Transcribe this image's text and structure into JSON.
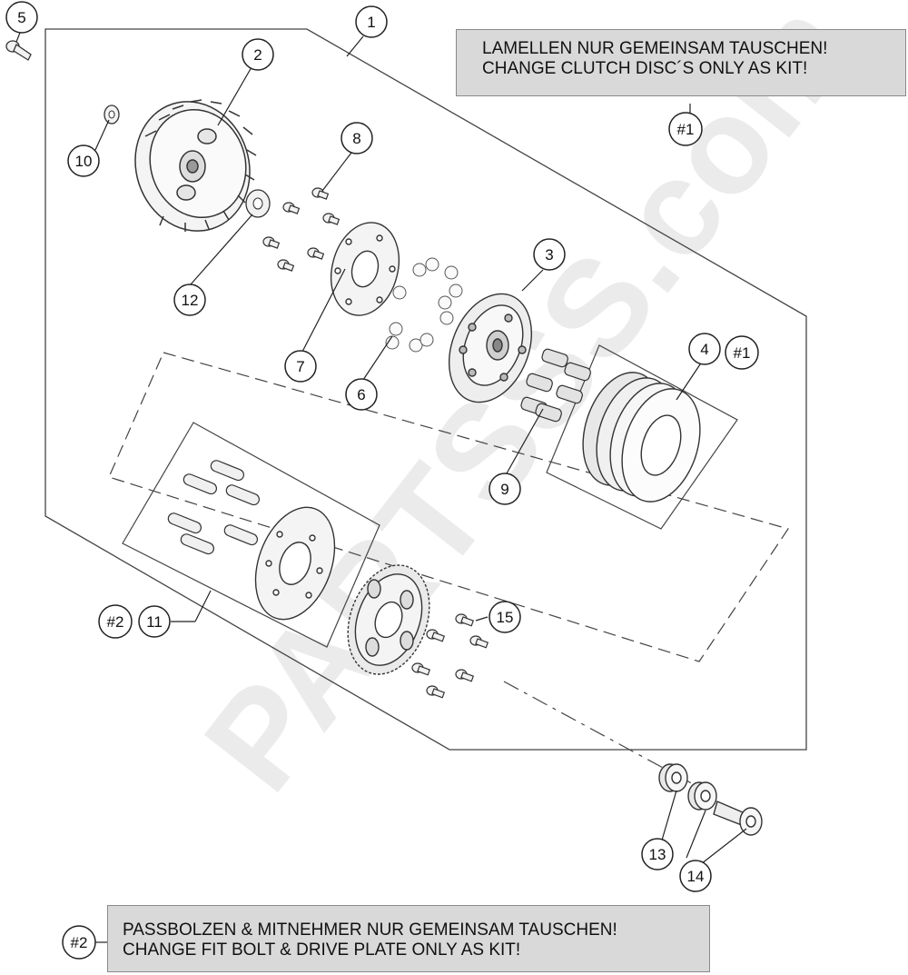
{
  "callouts": {
    "c1": "1",
    "c2": "2",
    "c3": "3",
    "c4": "4",
    "c5": "5",
    "c6": "6",
    "c7": "7",
    "c8": "8",
    "c9": "9",
    "c10": "10",
    "c11": "11",
    "c12": "12",
    "c13": "13",
    "c14": "14",
    "c15": "15"
  },
  "refs": {
    "kit1_a": "#1",
    "kit1_b": "#1",
    "kit2_a": "#2",
    "kit2_b": "#2"
  },
  "notes": {
    "top": {
      "line1": "LAMELLEN NUR GEMEINSAM TAUSCHEN!",
      "line2": "CHANGE CLUTCH DISC´S ONLY AS KIT!"
    },
    "bottom": {
      "line1": "PASSBOLZEN & MITNEHMER NUR GEMEINSAM TAUSCHEN!",
      "line2": "CHANGE FIT BOLT & DRIVE PLATE ONLY AS KIT!"
    }
  },
  "watermark": "PARTSSS.com",
  "colors": {
    "line": "#222222",
    "note_bg": "#d9d9d9",
    "watermark": "#e6e6e6"
  }
}
